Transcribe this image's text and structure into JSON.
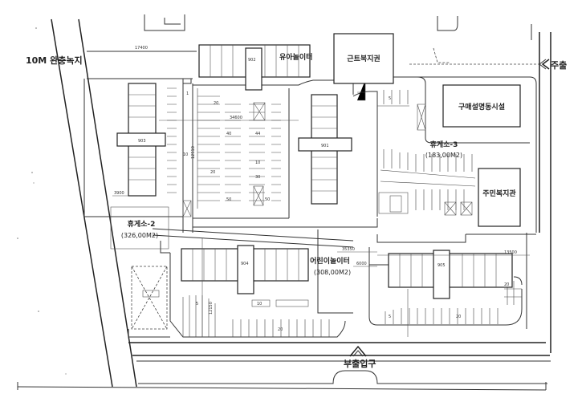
{
  "labels": {
    "green_belt": "10M 완충녹지",
    "exit": "주출",
    "entrance": "부출입구",
    "kids_center": "유아놀이터",
    "neighborhood": "근트북지권",
    "facility": "구매설명동시설",
    "rest3": "휴게소-3",
    "rest3_area": "(183,00M2)",
    "resident": "주민복지관",
    "rest2": "휴게소-2",
    "rest2_area": "(326,00M2)",
    "playground": "어린이놀이터",
    "playground_area": "(308,00M2)",
    "bldg_902": "902",
    "bldg_903": "903",
    "bldg_904": "904",
    "bldg_905": "905",
    "bldg_901": "901"
  }
}
